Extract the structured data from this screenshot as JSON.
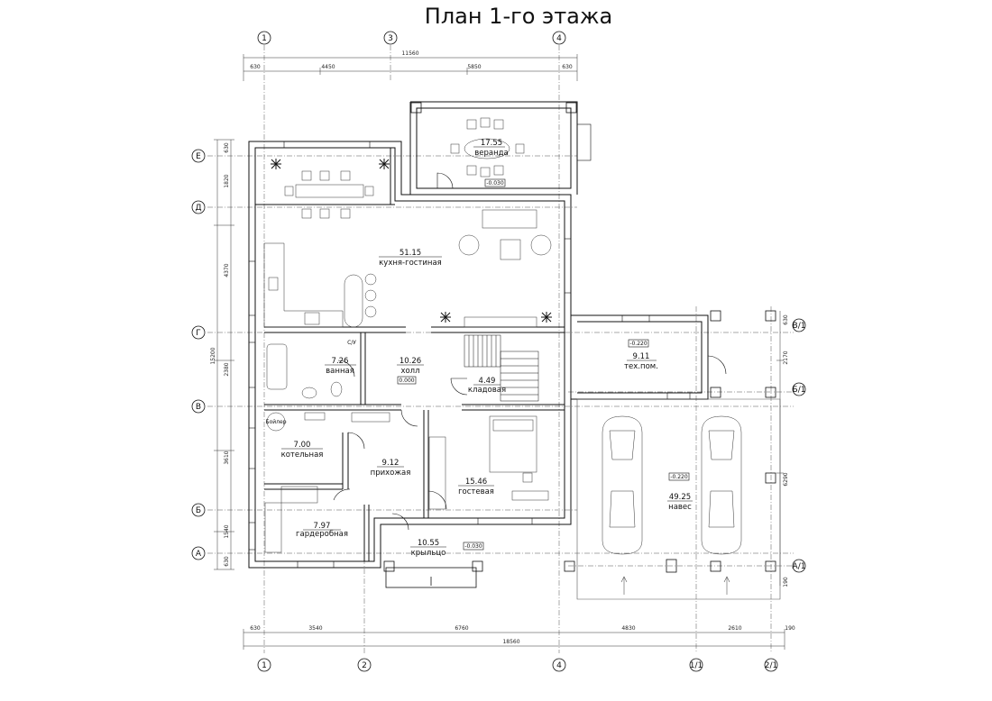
{
  "title": "План 1-го этажа",
  "axes": {
    "top": [
      "1",
      "3",
      "4"
    ],
    "bottom": [
      "1",
      "2",
      "4",
      "1/1",
      "2/1"
    ],
    "left": [
      "Е",
      "Д",
      "Г",
      "В",
      "Б",
      "А"
    ],
    "right": [
      "В/1",
      "Б/1",
      "А/1"
    ]
  },
  "dimensions": {
    "top_total": "11560",
    "top": [
      "630",
      "4450",
      "5850",
      "630"
    ],
    "bottom_total": "18560",
    "bottom": [
      "630",
      "3540",
      "6760",
      "4830",
      "2610",
      "190"
    ],
    "left_total": "15200",
    "left": [
      "630",
      "1820",
      "4370",
      "2380",
      "3610",
      "1540",
      "630"
    ],
    "right": [
      "630",
      "2170",
      "6290",
      "190"
    ]
  },
  "rooms": [
    {
      "area": "17.55",
      "name": "веранда"
    },
    {
      "area": "51.15",
      "name": "кухня-гостиная"
    },
    {
      "area": "7.26",
      "name": "ванная"
    },
    {
      "area": "10.26",
      "name": "холл"
    },
    {
      "area": "4.49",
      "name": "кладовая"
    },
    {
      "area": "9.11",
      "name": "тех.пом."
    },
    {
      "area": "7.00",
      "name": "котельная"
    },
    {
      "area": "9.12",
      "name": "прихожая"
    },
    {
      "area": "15.46",
      "name": "гостевая"
    },
    {
      "area": "7.97",
      "name": "гардеробная"
    },
    {
      "area": "10.55",
      "name": "крыльцо"
    },
    {
      "area": "49.25",
      "name": "навес"
    }
  ],
  "levels": {
    "veranda": "-0.030",
    "hall": "0.000",
    "tech": "-0.220",
    "porch": "-0.030",
    "canopy": "-0.220"
  },
  "labels": {
    "boiler": "Бойлер",
    "ck": "С/У"
  }
}
